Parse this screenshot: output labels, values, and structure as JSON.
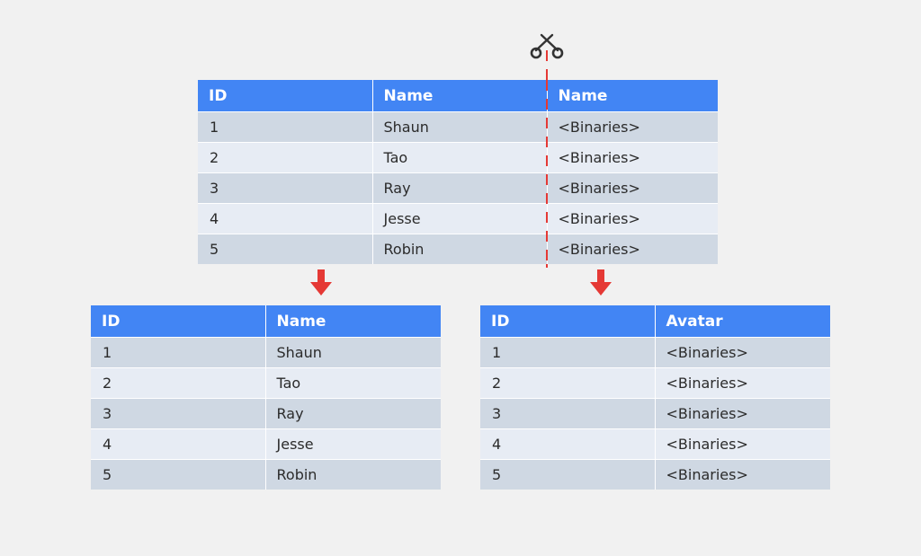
{
  "source_table": {
    "headers": [
      "ID",
      "Name",
      "Name"
    ],
    "rows": [
      [
        "1",
        "Shaun",
        "<Binaries>"
      ],
      [
        "2",
        "Tao",
        "<Binaries>"
      ],
      [
        "3",
        "Ray",
        "<Binaries>"
      ],
      [
        "4",
        "Jesse",
        "<Binaries>"
      ],
      [
        "5",
        "Robin",
        "<Binaries>"
      ]
    ]
  },
  "left_table": {
    "headers": [
      "ID",
      "Name"
    ],
    "rows": [
      [
        "1",
        "Shaun"
      ],
      [
        "2",
        "Tao"
      ],
      [
        "3",
        "Ray"
      ],
      [
        "4",
        "Jesse"
      ],
      [
        "5",
        "Robin"
      ]
    ]
  },
  "right_table": {
    "headers": [
      "ID",
      "Avatar"
    ],
    "rows": [
      [
        "1",
        "<Binaries>"
      ],
      [
        "2",
        "<Binaries>"
      ],
      [
        "3",
        "<Binaries>"
      ],
      [
        "4",
        "<Binaries>"
      ],
      [
        "5",
        "<Binaries>"
      ]
    ]
  },
  "icons": {
    "cut": "scissors-icon",
    "split_left": "arrow-down-icon",
    "split_right": "arrow-down-icon"
  },
  "colors": {
    "header_bg": "#4285f4",
    "row_odd": "#cfd8e3",
    "row_even": "#e7ecf4",
    "cut_line": "#e53935",
    "arrow": "#e53935"
  }
}
